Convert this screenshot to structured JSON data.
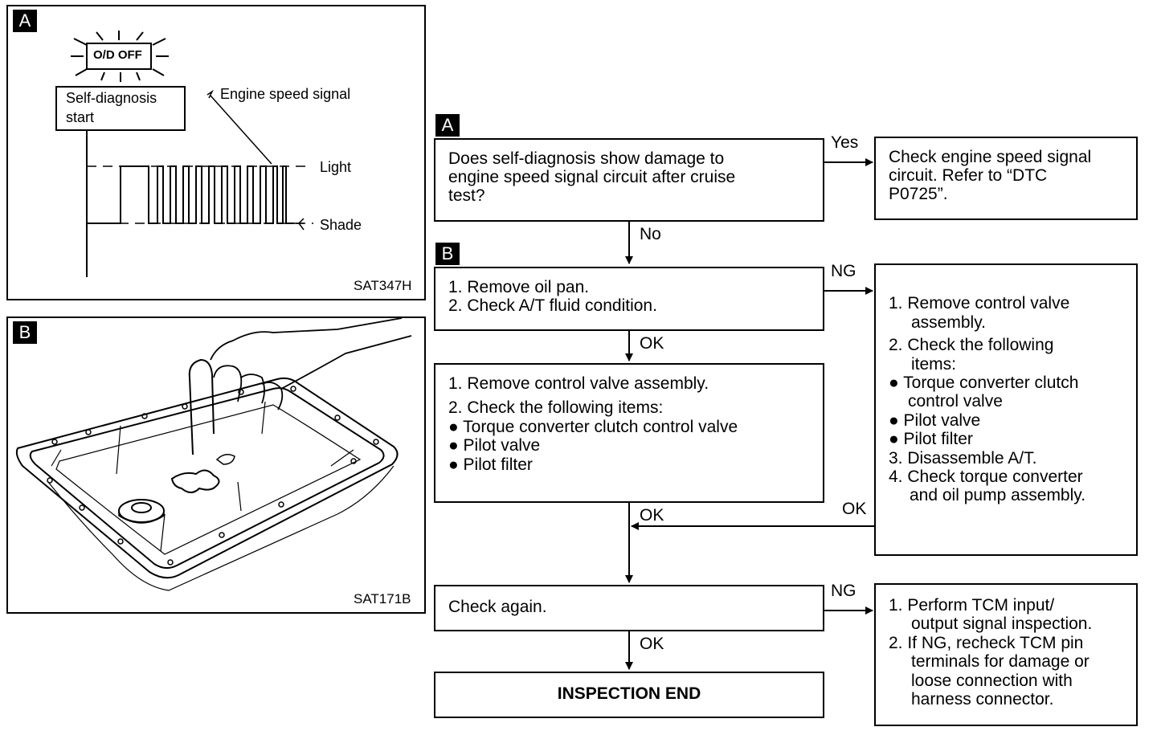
{
  "figure_a": {
    "tag": "A",
    "indicator": "O/D OFF",
    "start_label_1": "Self-diagnosis",
    "start_label_2": "start",
    "signal_label": "Engine  speed  signal",
    "light_label": "Light",
    "shade_label": "Shade",
    "code": "SAT347H"
  },
  "figure_b": {
    "tag": "B",
    "code": "SAT171B"
  },
  "flow": {
    "tag_a": "A",
    "tag_b": "B",
    "q1": [
      "Does self-diagnosis show damage to",
      "engine speed signal circuit after cruise",
      "test?"
    ],
    "yes_label": "Yes",
    "yes_box": [
      "Check engine speed signal",
      "circuit. Refer to “DTC",
      "P0725”."
    ],
    "no_label": "No",
    "step_b": [
      "1. Remove oil pan.",
      "2. Check A/T fluid condition."
    ],
    "ng1_label": "NG",
    "ng1_box": [
      "1. Remove control valve",
      "assembly.",
      "2. Check the following",
      "items:",
      "● Torque converter clutch",
      "control valve",
      "● Pilot valve",
      "● Pilot filter",
      "3. Disassemble A/T.",
      "4. Check torque converter",
      "and oil pump assembly."
    ],
    "ok1_label": "OK",
    "step_c": [
      "1. Remove control valve assembly.",
      "2. Check the following items:",
      "● Torque converter clutch control valve",
      "● Pilot valve",
      "● Pilot filter"
    ],
    "ok2_label": "OK",
    "ok3_label": "OK",
    "check_again": "Check again.",
    "ng2_label": "NG",
    "ng2_box": [
      "1. Perform TCM input/",
      "output signal inspection.",
      "2. If NG, recheck TCM pin",
      "terminals for damage or",
      "loose connection with",
      "harness connector."
    ],
    "ok4_label": "OK",
    "end_label": "INSPECTION END"
  }
}
